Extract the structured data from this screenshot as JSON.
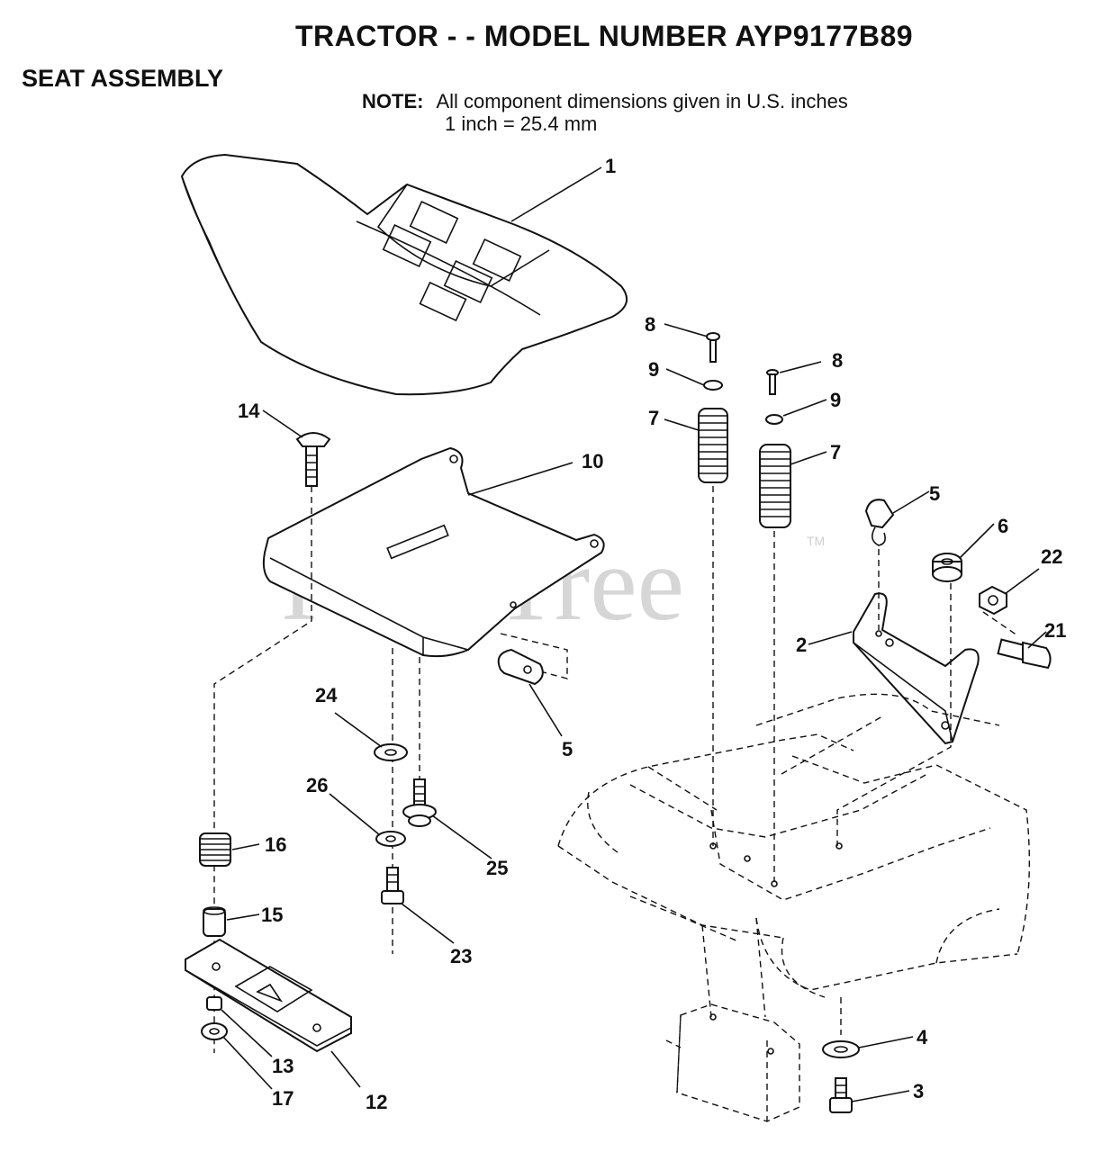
{
  "header": {
    "title": "TRACTOR - - MODEL NUMBER AYP9177B89",
    "section": "SEAT ASSEMBLY"
  },
  "note": {
    "label": "NOTE:",
    "line1": "All component dimensions given in U.S. inches",
    "line2": "1 inch = 25.4 mm"
  },
  "watermark": {
    "text": "PartsTree",
    "tm": "TM"
  },
  "callouts": {
    "c1": "1",
    "c2": "2",
    "c3": "3",
    "c4": "4",
    "c5a": "5",
    "c5b": "5",
    "c6": "6",
    "c7a": "7",
    "c7b": "7",
    "c8a": "8",
    "c8b": "8",
    "c9a": "9",
    "c9b": "9",
    "c10": "10",
    "c12": "12",
    "c13": "13",
    "c14": "14",
    "c15": "15",
    "c16": "16",
    "c17": "17",
    "c21": "21",
    "c22": "22",
    "c23": "23",
    "c24": "24",
    "c25": "25",
    "c26": "26"
  }
}
